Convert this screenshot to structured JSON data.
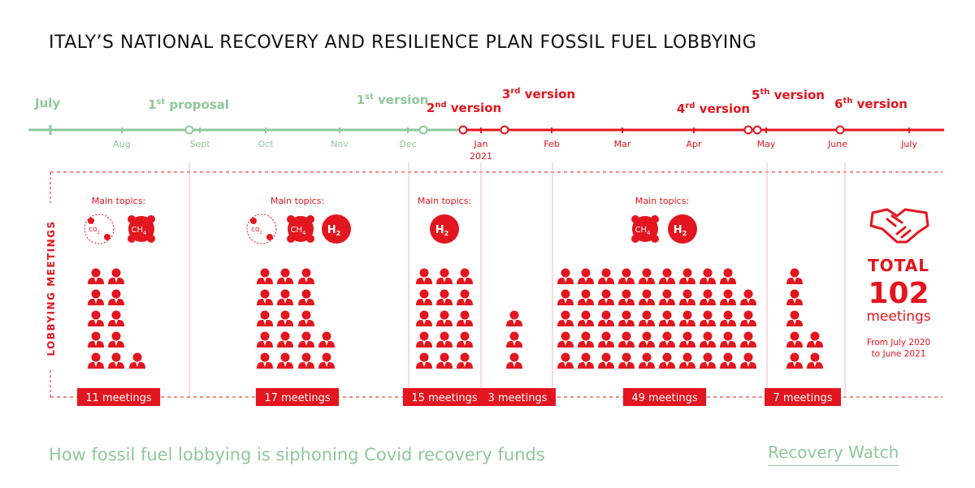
{
  "title": "ITALY’S NATIONAL RECOVERY AND RESILIENCE PLAN FOSSIL FUEL LOBBYING",
  "subtitle": "How fossil fuel lobbying is siphoning Covid recovery funds",
  "brand": "Recovery Watch",
  "colors": {
    "red": "#e3151e",
    "green": "#8fc79c",
    "pink": "#f2b9bd",
    "dark": "#111111"
  },
  "timeline": {
    "start_label": "July",
    "months": [
      "Aug",
      "Sept",
      "Oct",
      "Nov",
      "Dec",
      "Jan",
      "Feb",
      "Mar",
      "Apr",
      "May",
      "June",
      "July"
    ],
    "year_label": "2021",
    "versions": [
      {
        "id": "p1",
        "num": "1",
        "sup": "st",
        "word": "proposal",
        "phase": "past"
      },
      {
        "id": "v1",
        "num": "1",
        "sup": "st",
        "word": "version",
        "phase": "past"
      },
      {
        "id": "v2",
        "num": "2",
        "sup": "nd",
        "word": "version",
        "phase": "present"
      },
      {
        "id": "v3",
        "num": "3",
        "sup": "rd",
        "word": "version",
        "phase": "present"
      },
      {
        "id": "v4",
        "num": "4",
        "sup": "rd",
        "word": "version",
        "phase": "present"
      },
      {
        "id": "v5",
        "num": "5",
        "sup": "th",
        "word": "version",
        "phase": "present"
      },
      {
        "id": "v6",
        "num": "6",
        "sup": "th",
        "word": "version",
        "phase": "present"
      }
    ]
  },
  "side_label": "LOBBYING MEETINGS",
  "topics_label": "Main topics:",
  "icons": {
    "co2": "CO",
    "co2_sub": "2",
    "ch4": "CH",
    "ch4_sub": "4",
    "h2": "H",
    "h2_sub": "2"
  },
  "periods": [
    {
      "id": "p1",
      "count": 11,
      "label": "11 meetings",
      "topics": [
        "co2",
        "ch4"
      ]
    },
    {
      "id": "p2",
      "count": 17,
      "label": "17 meetings",
      "topics": [
        "co2",
        "ch4",
        "h2"
      ]
    },
    {
      "id": "p3",
      "count": 15,
      "label": "15 meetings",
      "topics": [
        "h2"
      ]
    },
    {
      "id": "p4",
      "count": 3,
      "label": "3 meetings",
      "topics": []
    },
    {
      "id": "p5",
      "count": 49,
      "label": "49 meetings",
      "topics": [
        "ch4",
        "h2"
      ]
    },
    {
      "id": "p6",
      "count": 7,
      "label": "7 meetings",
      "topics": []
    }
  ],
  "total": {
    "icon": "handshake-icon",
    "label": "TOTAL",
    "value": "102",
    "unit": "meetings",
    "range_line1": "From July 2020",
    "range_line2": "to June 2021"
  }
}
